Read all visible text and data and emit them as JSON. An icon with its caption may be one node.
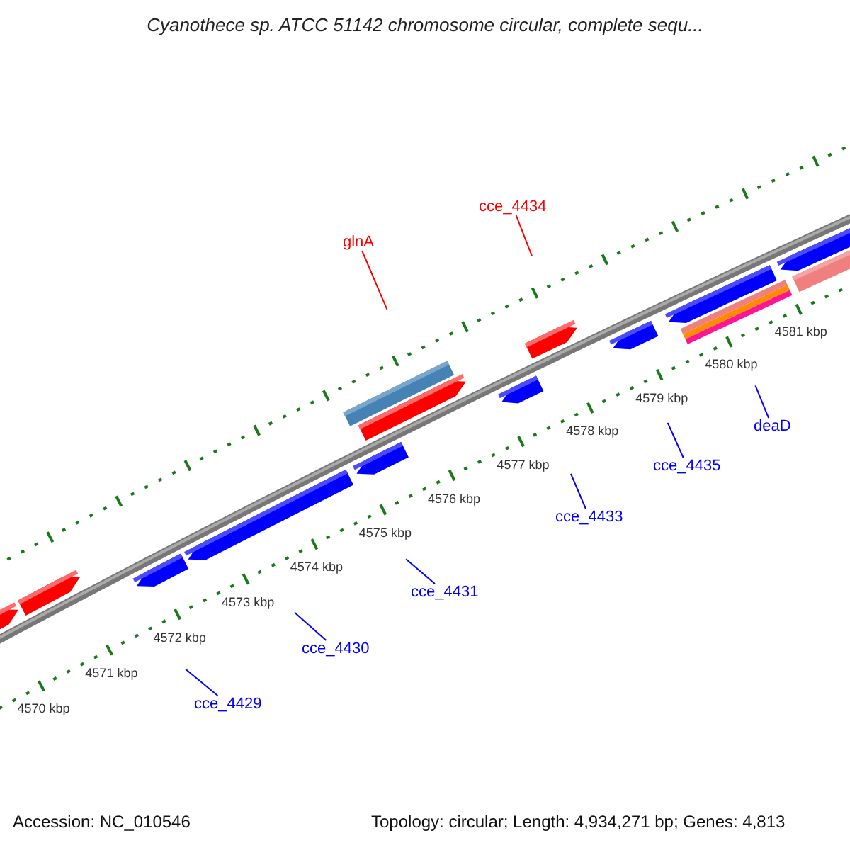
{
  "diagram": {
    "title": "Cyanothece sp. ATCC 51142 chromosome circular, complete sequ...",
    "nodes": [
      {
        "text": [
          "cce_4434"
        ]
      },
      {
        "text": [
          "glnA"
        ]
      },
      {
        "text": [
          "deaD"
        ]
      },
      {
        "text": [
          "cce_4435"
        ]
      },
      {
        "text": [
          "cce_4433"
        ]
      },
      {
        "text": [
          "cce_4431"
        ]
      },
      {
        "text": [
          "cce_4430"
        ]
      },
      {
        "text": [
          "cce_4429"
        ]
      }
    ],
    "edges": [
      {
        "from": 0,
        "to": null,
        "arrow": "none",
        "color": "#ff0000"
      },
      {
        "from": 1,
        "to": null,
        "arrow": "none",
        "color": "#ff0000"
      },
      {
        "from": 2,
        "to": null,
        "arrow": "none"
      },
      {
        "from": 3,
        "to": null,
        "arrow": "none"
      },
      {
        "from": 4,
        "to": null,
        "arrow": "none"
      },
      {
        "from": 5,
        "to": null,
        "arrow": "none"
      },
      {
        "from": 6,
        "to": null,
        "arrow": "none"
      },
      {
        "from": 7,
        "to": null,
        "arrow": "none"
      }
    ],
    "labels": [
      "4570 kbp",
      "4571 kbp",
      "4572 kbp",
      "4573 kbp",
      "4574 kbp",
      "4575 kbp",
      "4576 kbp",
      "4577 kbp",
      "4578 kbp",
      "4579 kbp",
      "4580 kbp",
      "4581 kbp",
      "Accession: NC_010546",
      "Topology: circular; Length: 4,934,271 bp; Genes: 4,813"
    ]
  }
}
